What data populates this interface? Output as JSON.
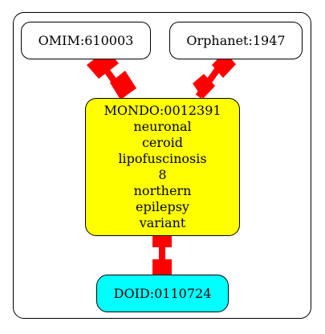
{
  "diagram": {
    "nodes": {
      "omim": {
        "label": "OMIM:610003",
        "fill": "#ffffff"
      },
      "orphanet": {
        "label": "Orphanet:1947",
        "fill": "#ffffff"
      },
      "mondo": {
        "id": "MONDO:0012391",
        "name_lines": [
          "neuronal",
          "ceroid",
          "lipofuscinosis",
          "8",
          "northern",
          "epilepsy",
          "variant"
        ],
        "fill": "#ffff00"
      },
      "doid": {
        "label": "DOID:0110724",
        "fill": "#00ffff"
      }
    },
    "edges": [
      {
        "from": "omim",
        "to": "mondo",
        "color": "#ff0000"
      },
      {
        "from": "orphanet",
        "to": "mondo",
        "color": "#ff0000"
      },
      {
        "from": "mondo",
        "to": "doid",
        "color": "#ff0000"
      }
    ]
  }
}
